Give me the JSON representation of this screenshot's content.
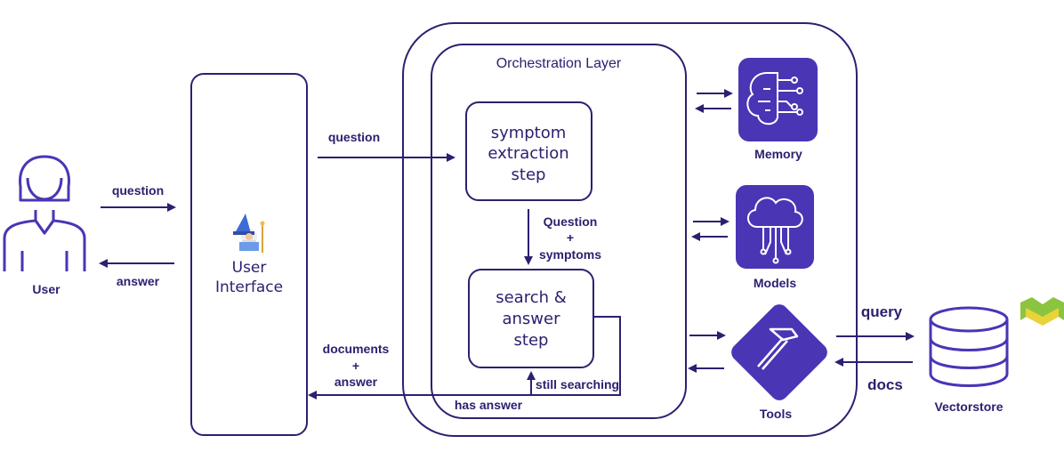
{
  "user": {
    "label": "User"
  },
  "user_interface": {
    "label_line1": "User",
    "label_line2": "Interface"
  },
  "orchestration": {
    "title": "Orchestration Layer",
    "step1": [
      "symptom",
      "extraction",
      "step"
    ],
    "step2": [
      "search &",
      "answer",
      "step"
    ],
    "flow_label": [
      "Question",
      "+",
      "symptoms"
    ],
    "still_searching": "still searching",
    "has_answer": "has answer"
  },
  "edges": {
    "user_question": "question",
    "user_answer": "answer",
    "ui_question": "question",
    "docs_answer": [
      "documents",
      "+",
      "answer"
    ],
    "query": "query",
    "docs": "docs"
  },
  "services": {
    "memory": "Memory",
    "models": "Models",
    "tools": "Tools",
    "vectorstore": "Vectorstore"
  },
  "colors": {
    "primary": "#2b2170",
    "accent": "#4a35b5",
    "logo_green": "#8bc53f",
    "logo_yellow": "#e8d33a"
  }
}
